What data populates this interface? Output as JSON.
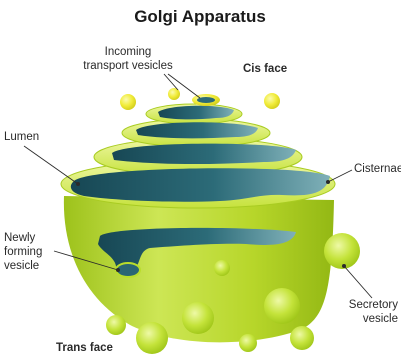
{
  "title": "Golgi Apparatus",
  "labels": {
    "incoming_line1": "Incoming",
    "incoming_line2": "transport vesicles",
    "cis_face": "Cis face",
    "lumen": "Lumen",
    "cisternae": "Cisternae",
    "newly_line1": "Newly",
    "newly_line2": "forming",
    "newly_line3": "vesicle",
    "secretory_line1": "Secretory",
    "secretory_line2": "vesicle",
    "trans_face": "Trans face"
  },
  "colors": {
    "membrane_green": "#b9dd2b",
    "membrane_light": "#e2f27c",
    "lumen_teal": "#1e5564",
    "lumen_light": "#6fa3ae",
    "vesicle_yellow": "#f2ee3e"
  }
}
